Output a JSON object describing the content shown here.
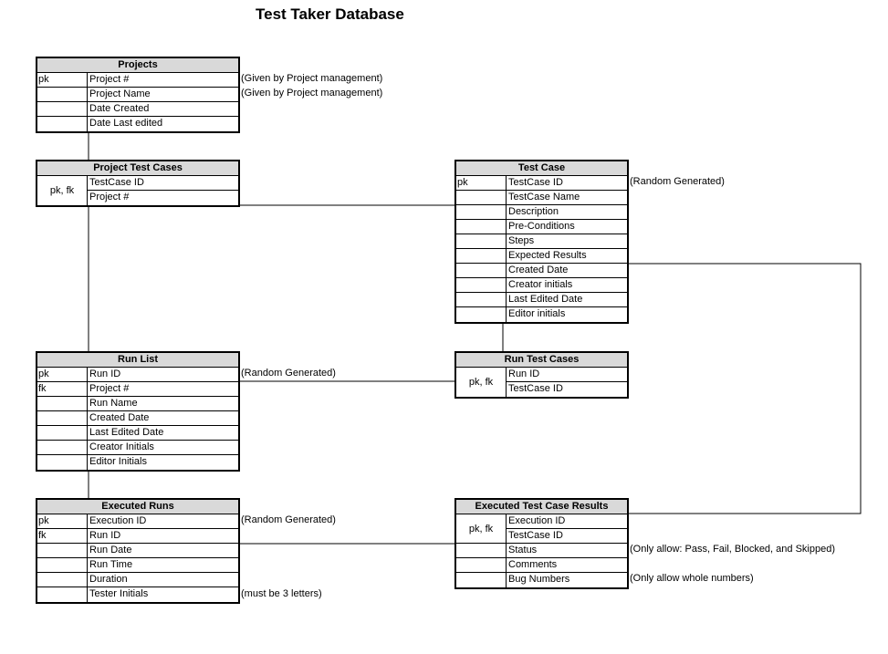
{
  "title": "Test Taker Database",
  "tables": {
    "projects": {
      "name": "Projects",
      "rows": [
        {
          "key": "pk",
          "field": "Project #"
        },
        {
          "key": "",
          "field": "Project Name"
        },
        {
          "key": "",
          "field": "Date Created"
        },
        {
          "key": "",
          "field": "Date Last edited"
        }
      ]
    },
    "project_test_cases": {
      "name": "Project Test Cases",
      "merged_key": "pk, fk",
      "rows": [
        {
          "key": "",
          "field": "TestCase ID"
        },
        {
          "key": "",
          "field": "Project #"
        }
      ]
    },
    "test_case": {
      "name": "Test Case",
      "rows": [
        {
          "key": "pk",
          "field": "TestCase ID"
        },
        {
          "key": "",
          "field": "TestCase Name"
        },
        {
          "key": "",
          "field": "Description"
        },
        {
          "key": "",
          "field": "Pre-Conditions"
        },
        {
          "key": "",
          "field": "Steps"
        },
        {
          "key": "",
          "field": "Expected Results"
        },
        {
          "key": "",
          "field": "Created Date"
        },
        {
          "key": "",
          "field": "Creator initials"
        },
        {
          "key": "",
          "field": "Last Edited Date"
        },
        {
          "key": "",
          "field": "Editor initials"
        }
      ]
    },
    "run_list": {
      "name": "Run List",
      "rows": [
        {
          "key": "pk",
          "field": "Run ID"
        },
        {
          "key": "fk",
          "field": "Project #"
        },
        {
          "key": "",
          "field": "Run Name"
        },
        {
          "key": "",
          "field": "Created Date"
        },
        {
          "key": "",
          "field": "Last Edited Date"
        },
        {
          "key": "",
          "field": "Creator Initials"
        },
        {
          "key": "",
          "field": "Editor Initials"
        }
      ]
    },
    "run_test_cases": {
      "name": "Run Test Cases",
      "merged_key": "pk, fk",
      "rows": [
        {
          "key": "",
          "field": "Run ID"
        },
        {
          "key": "",
          "field": "TestCase ID"
        }
      ]
    },
    "executed_runs": {
      "name": "Executed Runs",
      "rows": [
        {
          "key": "pk",
          "field": "Execution ID"
        },
        {
          "key": "fk",
          "field": "Run ID"
        },
        {
          "key": "",
          "field": "Run Date"
        },
        {
          "key": "",
          "field": "Run Time"
        },
        {
          "key": "",
          "field": "Duration"
        },
        {
          "key": "",
          "field": "Tester Initials"
        }
      ]
    },
    "executed_test_case_results": {
      "name": "Executed Test Case Results",
      "merged_key": "pk, fk",
      "rows": [
        {
          "key": "",
          "field": "Execution ID"
        },
        {
          "key": "",
          "field": "TestCase ID"
        },
        {
          "key": "",
          "field": "Status"
        },
        {
          "key": "",
          "field": "Comments"
        },
        {
          "key": "",
          "field": "Bug Numbers"
        }
      ]
    }
  },
  "notes": {
    "project_num": "(Given by Project management)",
    "project_name": "(Given by Project management)",
    "testcase_id": "(Random Generated)",
    "run_id": "(Random Generated)",
    "execution_id": "(Random Generated)",
    "tester_initials": "(must be 3 letters)",
    "status": "(Only allow: Pass, Fail, Blocked, and Skipped)",
    "bug_numbers": "(Only allow whole numbers)"
  }
}
